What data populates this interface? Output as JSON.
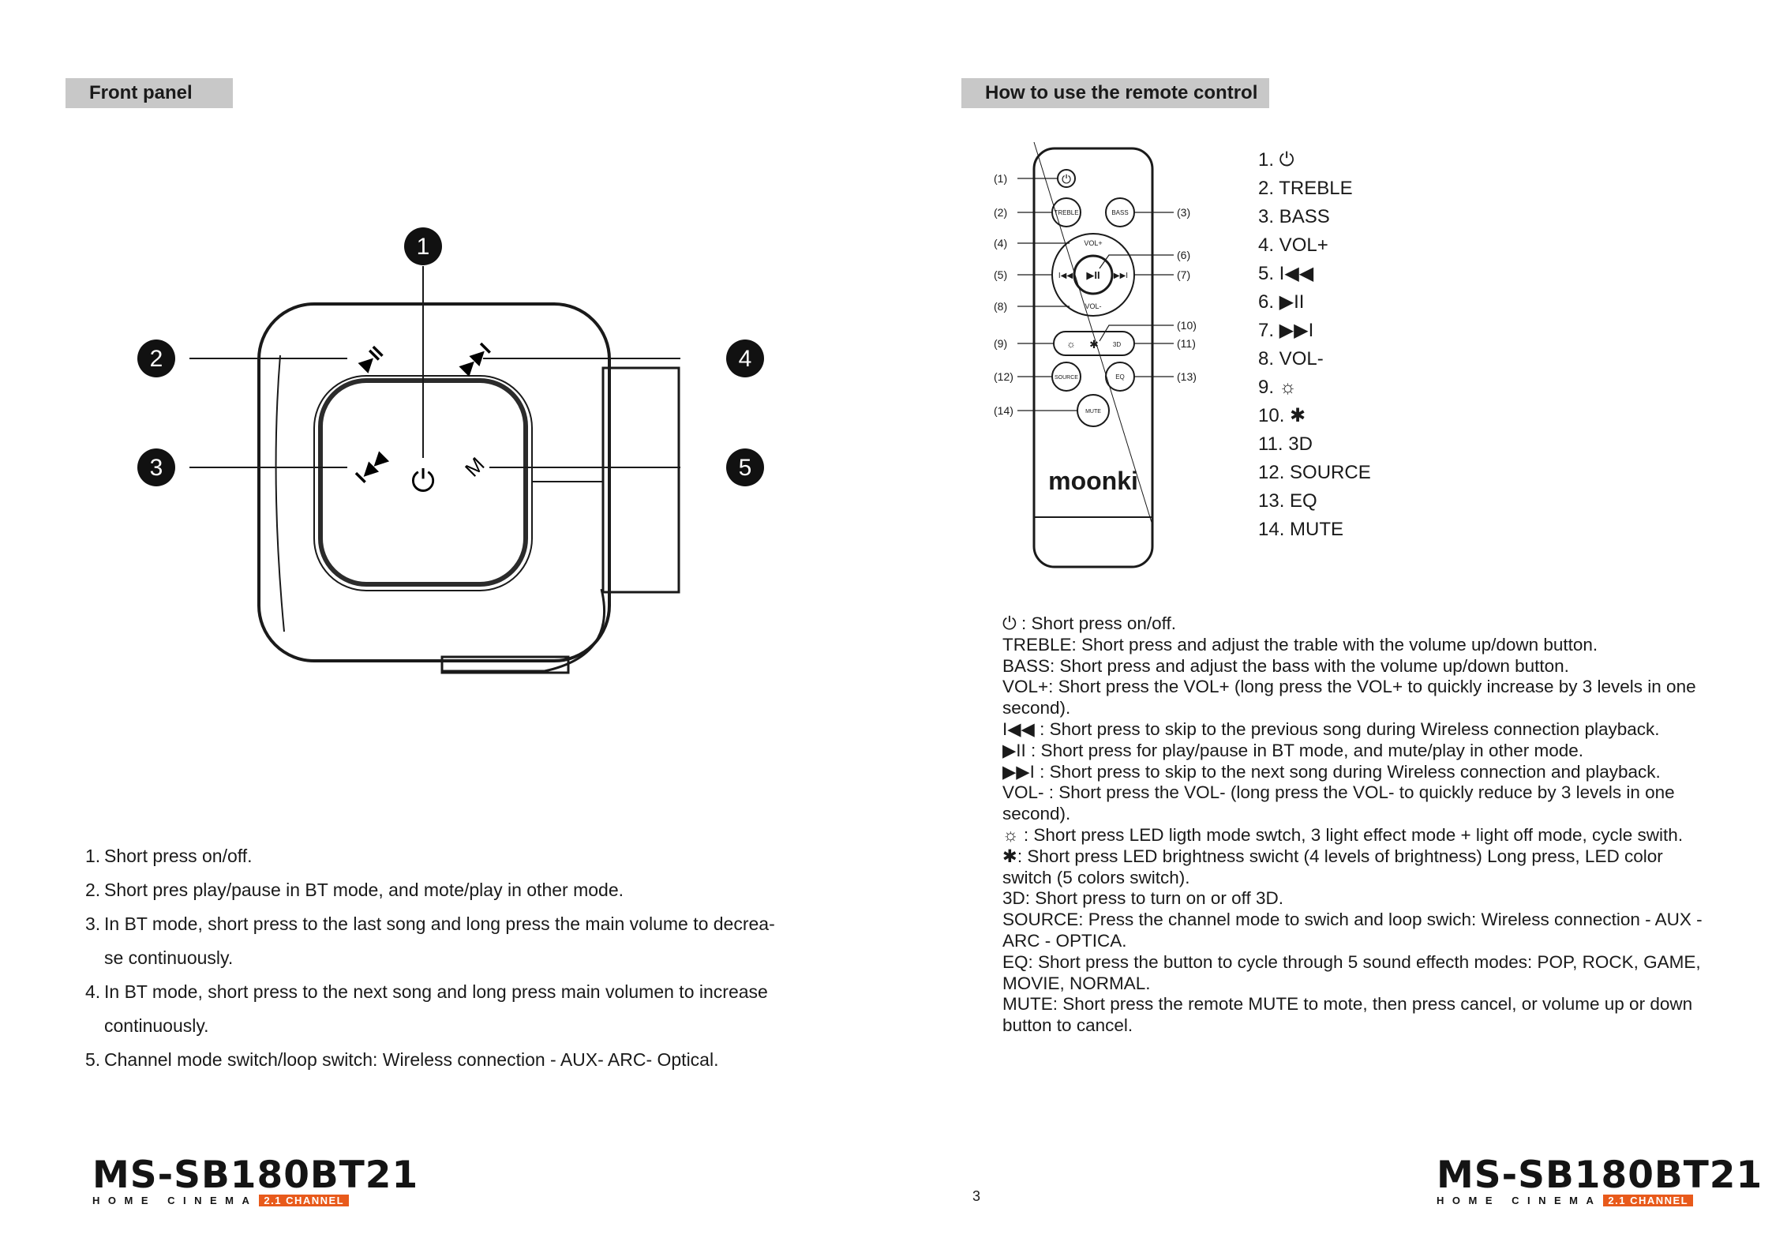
{
  "left_page": {
    "header": "Front panel",
    "callouts": [
      "1",
      "2",
      "3",
      "4",
      "5"
    ],
    "panel_button_glyphs": {
      "power": "⏻",
      "play_pause": "▶II",
      "next": "▶▶I",
      "prev": "I◀◀",
      "mode": "M"
    },
    "items": [
      {
        "num": "1.",
        "text": "Short  press on/off."
      },
      {
        "num": "2.",
        "text": "Short pres play/pause in BT mode, and mote/play in other mode."
      },
      {
        "num": "3.",
        "text": "In BT mode, short press to the last song and long press the main volume to decrea-"
      },
      {
        "num": "",
        "text": "se continuously."
      },
      {
        "num": "4.",
        "text": "In BT mode, short press to the next song and long press main volumen to increase"
      },
      {
        "num": "",
        "text": "continuously."
      },
      {
        "num": "5.",
        "text": "Channel mode switch/loop switch: Wireless connection - AUX- ARC- Optical."
      }
    ]
  },
  "right_page": {
    "header": "How to use the remote control",
    "remote": {
      "brand": "moonki",
      "callout_labels": [
        "(1)",
        "(2)",
        "(3)",
        "(4)",
        "(5)",
        "(6)",
        "(7)",
        "(8)",
        "(9)",
        "(10)",
        "(11)",
        "(12)",
        "(13)",
        "(14)"
      ],
      "button_labels": {
        "power": "⏻",
        "treble": "TREBLE",
        "bass": "BASS",
        "vol_up": "VOL+",
        "vol_down": "VOL-",
        "prev": "I◀◀",
        "play": "▶II",
        "next": "▶▶I",
        "light": "☼",
        "star": "✱",
        "three_d": "3D",
        "source": "SOURCE",
        "eq": "EQ",
        "mute": "MUTE"
      }
    },
    "legend": [
      "1. ⏻",
      "2. TREBLE",
      "3. BASS",
      "4. VOL+",
      "5. I◀◀",
      "6. ▶II",
      "7. ▶▶I",
      "8. VOL-",
      "9. ☼",
      "10. ✱",
      "11. 3D",
      "12. SOURCE",
      "13. EQ",
      "14. MUTE"
    ],
    "descriptions": [
      "⏻  : Short press on/off.",
      "TREBLE: Short press and adjust the trable with the volume up/down button.",
      "BASS: Short press and adjust the bass with the volume up/down button.",
      "VOL+: Short press the VOL+ (long press the VOL+ to quickly increase by 3 levels in one second).",
      "I◀◀ : Short press to skip to the previous song during Wireless connection playback.",
      "▶II : Short press for play/pause in BT mode, and mute/play in other mode.",
      "▶▶I : Short press to skip to the next song during Wireless connection and playback.",
      "VOL- : Short press the VOL- (long press the VOL- to quickly reduce by 3 levels in one second).",
      "☼ : Short press LED ligth mode swtch, 3 light effect mode + light off mode, cycle swith.",
      "✱: Short press LED brightness swicht (4 levels of brightness) Long press, LED color switch (5 colors switch).",
      "3D: Short press to turn on or off 3D.",
      "SOURCE: Press the channel mode to swich and loop swich: Wireless connection -  AUX - ARC - OPTICA.",
      "EQ: Short press the button to cycle through 5 sound effecth modes: POP, ROCK, GAME, MOVIE, NORMAL.",
      "MUTE: Short press the remote MUTE to mote, then press cancel, or volume up or down button to cancel."
    ]
  },
  "footer": {
    "brand": "MS-SB180BT21",
    "brand_sub": "HOME CINEMA",
    "brand_tag": "2.1 CHANNEL",
    "page_number": "3"
  },
  "colors": {
    "header_bg": "#c8c8c8",
    "accent": "#e85a1b",
    "ink": "#1a1a1a"
  }
}
